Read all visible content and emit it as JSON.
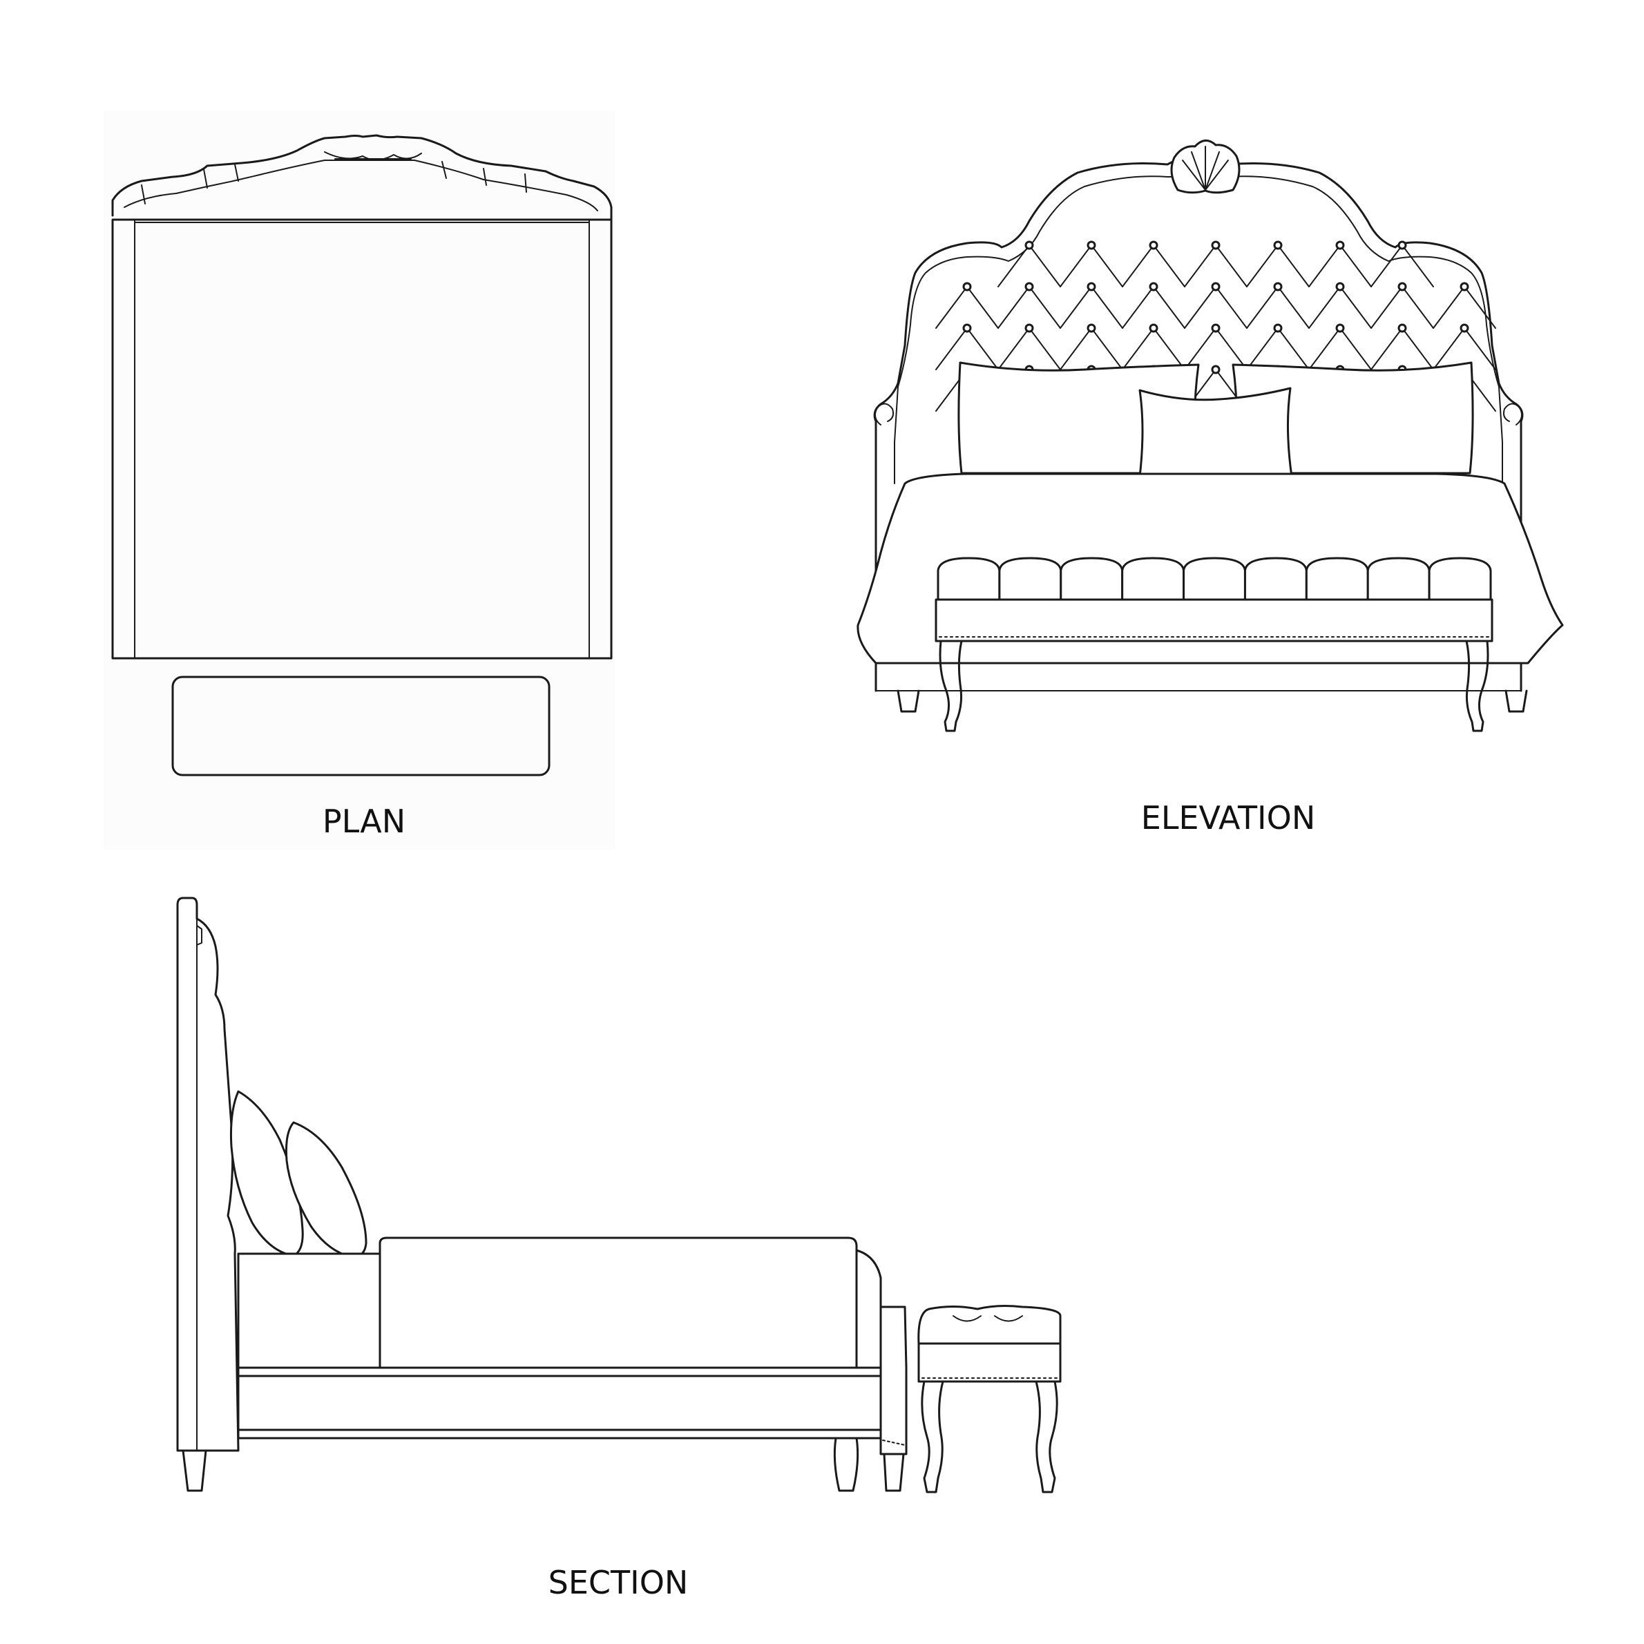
{
  "views": {
    "plan": {
      "label": "PLAN"
    },
    "elevation": {
      "label": "ELEVATION"
    },
    "section": {
      "label": "SECTION"
    }
  },
  "colors": {
    "line": "#1a1a1a",
    "background": "#ffffff",
    "panel": "#fdfdfd"
  },
  "elevation_tufting": {
    "rows": 4,
    "bench_cushions": 9
  }
}
